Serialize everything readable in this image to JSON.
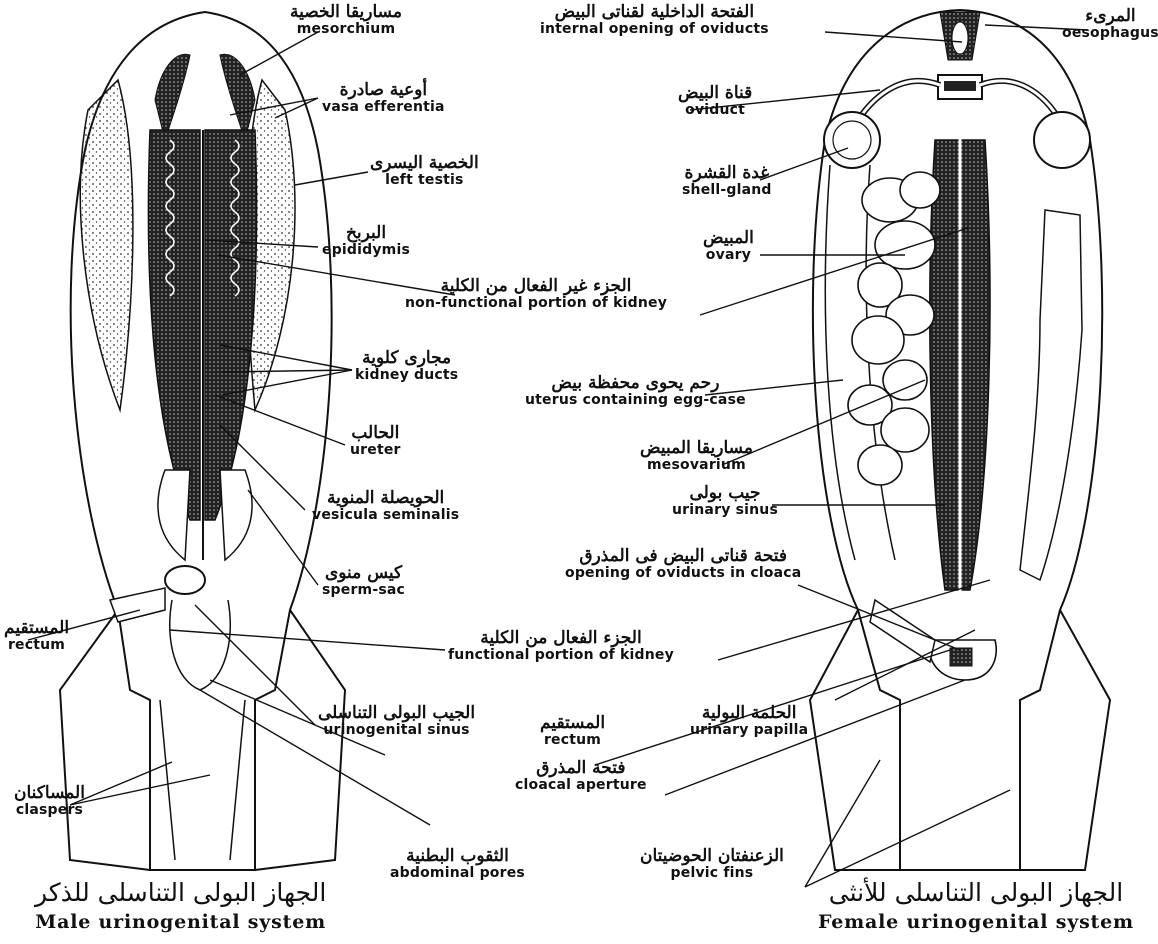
{
  "male": {
    "caption": {
      "ar": "الجهاز البولى التناسلى للذكر",
      "en": "Male urinogenital system"
    },
    "labels": [
      {
        "id": "mesorchium",
        "ar": "مساريقا الخصية",
        "en": "mesorchium"
      },
      {
        "id": "vasa",
        "ar": "أوعية صادرة",
        "en": "vasa efferentia"
      },
      {
        "id": "testis",
        "ar": "الخصية اليسرى",
        "en": "left testis"
      },
      {
        "id": "epididymis",
        "ar": "البربخ",
        "en": "epididymis"
      },
      {
        "id": "nonfunc",
        "ar": "الجزء غير الفعال من الكلية",
        "en": "non-functional portion of kidney"
      },
      {
        "id": "kducts",
        "ar": "مجارى كلوية",
        "en": "kidney ducts"
      },
      {
        "id": "ureter",
        "ar": "الحالب",
        "en": "ureter"
      },
      {
        "id": "vesicula",
        "ar": "الحويصلة المنوية",
        "en": "vesicula seminalis"
      },
      {
        "id": "spermsac",
        "ar": "كيس منوى",
        "en": "sperm-sac"
      },
      {
        "id": "rectum",
        "ar": "المستقيم",
        "en": "rectum"
      },
      {
        "id": "func",
        "ar": "الجزء الفعال من الكلية",
        "en": "functional portion of kidney"
      },
      {
        "id": "ugsinus",
        "ar": "الجيب البولى التناسلى",
        "en": "urinogenital sinus"
      },
      {
        "id": "claspers",
        "ar": "المساكنان",
        "en": "claspers"
      },
      {
        "id": "abpores",
        "ar": "الثقوب البطنية",
        "en": "abdominal pores"
      }
    ]
  },
  "shared": [
    {
      "id": "cloacal",
      "ar": "فتحة المذرق",
      "en": "cloacal aperture"
    }
  ],
  "female": {
    "caption": {
      "ar": "الجهاز البولى التناسلى للأنثى",
      "en": "Female urinogenital system"
    },
    "labels": [
      {
        "id": "intopen",
        "ar": "الفتحة الداخلية لقناتى البيض",
        "en": "internal opening of oviducts"
      },
      {
        "id": "oeso",
        "ar": "المرىء",
        "en": "oesophagus"
      },
      {
        "id": "oviduct",
        "ar": "قناة البيض",
        "en": "oviduct"
      },
      {
        "id": "shell",
        "ar": "غدة القشرة",
        "en": "shell-gland"
      },
      {
        "id": "ovary",
        "ar": "المبيض",
        "en": "ovary"
      },
      {
        "id": "uterus",
        "ar": "رحم يحوى محفظة بيض",
        "en": "uterus containing egg-case"
      },
      {
        "id": "mesovar",
        "ar": "مساريقا المبيض",
        "en": "mesovarium"
      },
      {
        "id": "urisinus",
        "ar": "جيب بولى",
        "en": "urinary sinus"
      },
      {
        "id": "opencl",
        "ar": "فتحة قناتى البيض فى المذرق",
        "en": "opening of oviducts in cloaca"
      },
      {
        "id": "frectum",
        "ar": "المستقيم",
        "en": "rectum"
      },
      {
        "id": "papilla",
        "ar": "الحلمة البولية",
        "en": "urinary papilla"
      },
      {
        "id": "pelvic",
        "ar": "الزعنفتان الحوضيتان",
        "en": "pelvic fins"
      }
    ]
  }
}
